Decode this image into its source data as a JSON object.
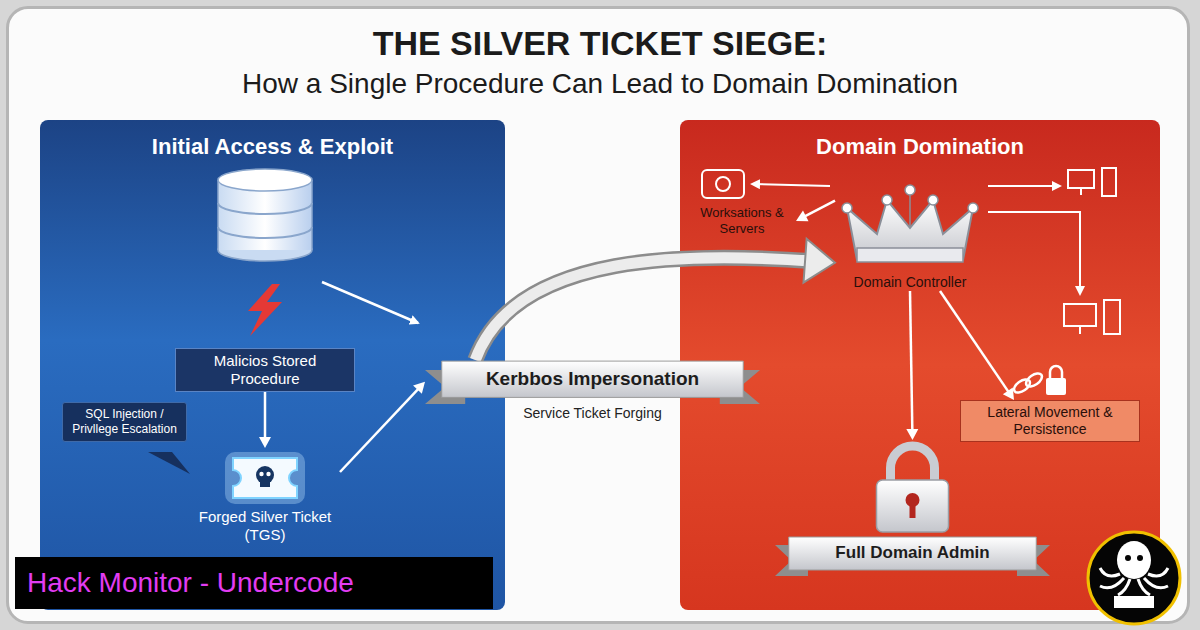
{
  "diagram": {
    "title": "THE SILVER TICKET SIEGE:",
    "nodes": [
      {
        "text": [
          "Initial Access & Exploit"
        ]
      },
      {
        "text": [
          "Malicios Stored Procedure"
        ],
        "in": 0
      },
      {
        "text": [
          "SQL Injection / Privllege Escalation"
        ],
        "in": 0
      },
      {
        "text": [
          "Forged Silver Ticket (TGS)"
        ],
        "in": 0
      },
      {
        "text": [
          "Kerbbos Impersonation",
          "Service Ticket Forging"
        ]
      },
      {
        "text": [
          "Domain Domination"
        ]
      },
      {
        "text": [
          "Worksations & Servers"
        ],
        "in": 5
      },
      {
        "text": [
          "Domain Controller"
        ],
        "in": 5
      },
      {
        "text": [
          "Lateral Movement & Persistence"
        ],
        "in": 5
      },
      {
        "text": [
          "Full Domain Admin"
        ],
        "in": 5
      }
    ],
    "edges": [
      {
        "from": 1,
        "to": 3,
        "arrow": "to"
      },
      {
        "from": 3,
        "to": 4,
        "arrow": "to"
      },
      {
        "from": 4,
        "to": 7,
        "arrow": "to"
      },
      {
        "from": 7,
        "to": 6,
        "arrow": "to"
      },
      {
        "from": 7,
        "to": 8,
        "arrow": "to"
      },
      {
        "from": 7,
        "to": 9,
        "arrow": "to"
      }
    ],
    "labels": [
      "How a Single Procedure Can Lead to Domain Domination",
      "Hack Monitor - Undercode"
    ]
  }
}
